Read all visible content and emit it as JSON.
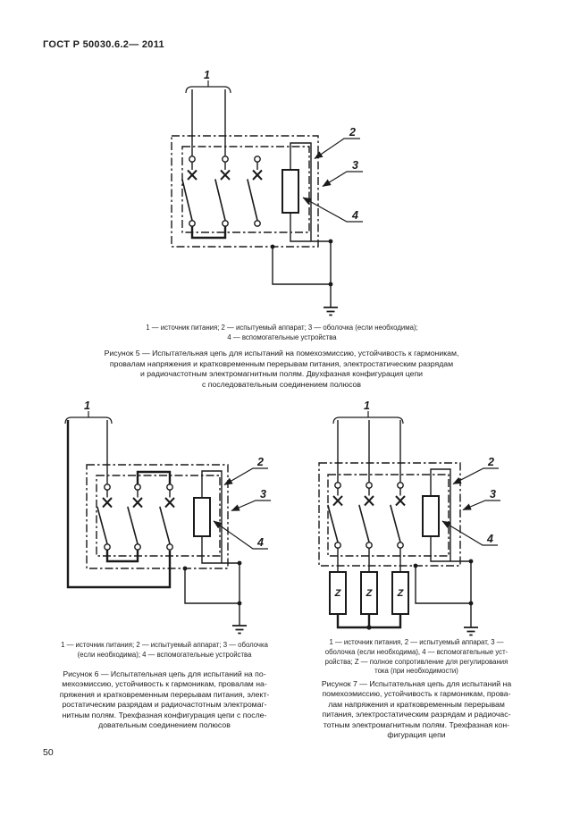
{
  "header": {
    "title": "ГОСТ Р 50030.6.2— 2011"
  },
  "figure5": {
    "labels": {
      "n1": "1",
      "n2": "2",
      "n3": "3",
      "n4": "4"
    },
    "legend": "1 — источник питания; 2 — испытуемый аппарат; 3 — оболочка (если необходима);\n4 — вспомогательные устройства",
    "caption": "Рисунок 5 — Испытательная цепь для испытаний на помехоэмиссию, устойчивость к гармоникам,\nпровалам напряжения и кратковременным перерывам питания, электростатическим разрядам\nи радиочастотным электромагнитным полям. Двухфазная конфигурация цепи\nс последовательным соединением полюсов"
  },
  "figure6": {
    "labels": {
      "n1": "1",
      "n2": "2",
      "n3": "3",
      "n4": "4"
    },
    "legend": "1 — источник питания; 2 — испытуемый аппарат; 3 — оболочка\n(если необходима); 4 — вспомогательные устройства",
    "caption": "Рисунок 6 — Испытательная цепь для испытаний на по-\nмехоэмиссию, устойчивость к гармоникам, провалам на-\nпряжения и кратковременным перерывам питания, элект-\nростатическим разрядам и радиочастотным электромаг-\nнитным полям. Трехфазная конфигурация цепи с после-\nдовательным соединением полюсов"
  },
  "figure7": {
    "labels": {
      "n1": "1",
      "n2": "2",
      "n3": "3",
      "n4": "4",
      "z": "Z"
    },
    "legend": "1 — источник питания, 2 — испытуемый аппарат, 3 —\nоболочка (если необходима), 4 — вспомогательные уст-\nройства; Z — полное сопротивление для регулирования\nтока (при необходимости)",
    "caption": "Рисунок 7 — Испытательная цепь для испытаний на\nпомехоэмиссию, устойчивость к гармоникам, прова-\nлам напряжения и кратковременным перерывам\nпитания, электростатическим разрядам и радиочас-\nтотным электромагнитным полям. Трехфазная кон-\nфигурация цепи"
  },
  "footer": {
    "page_number": "50"
  }
}
